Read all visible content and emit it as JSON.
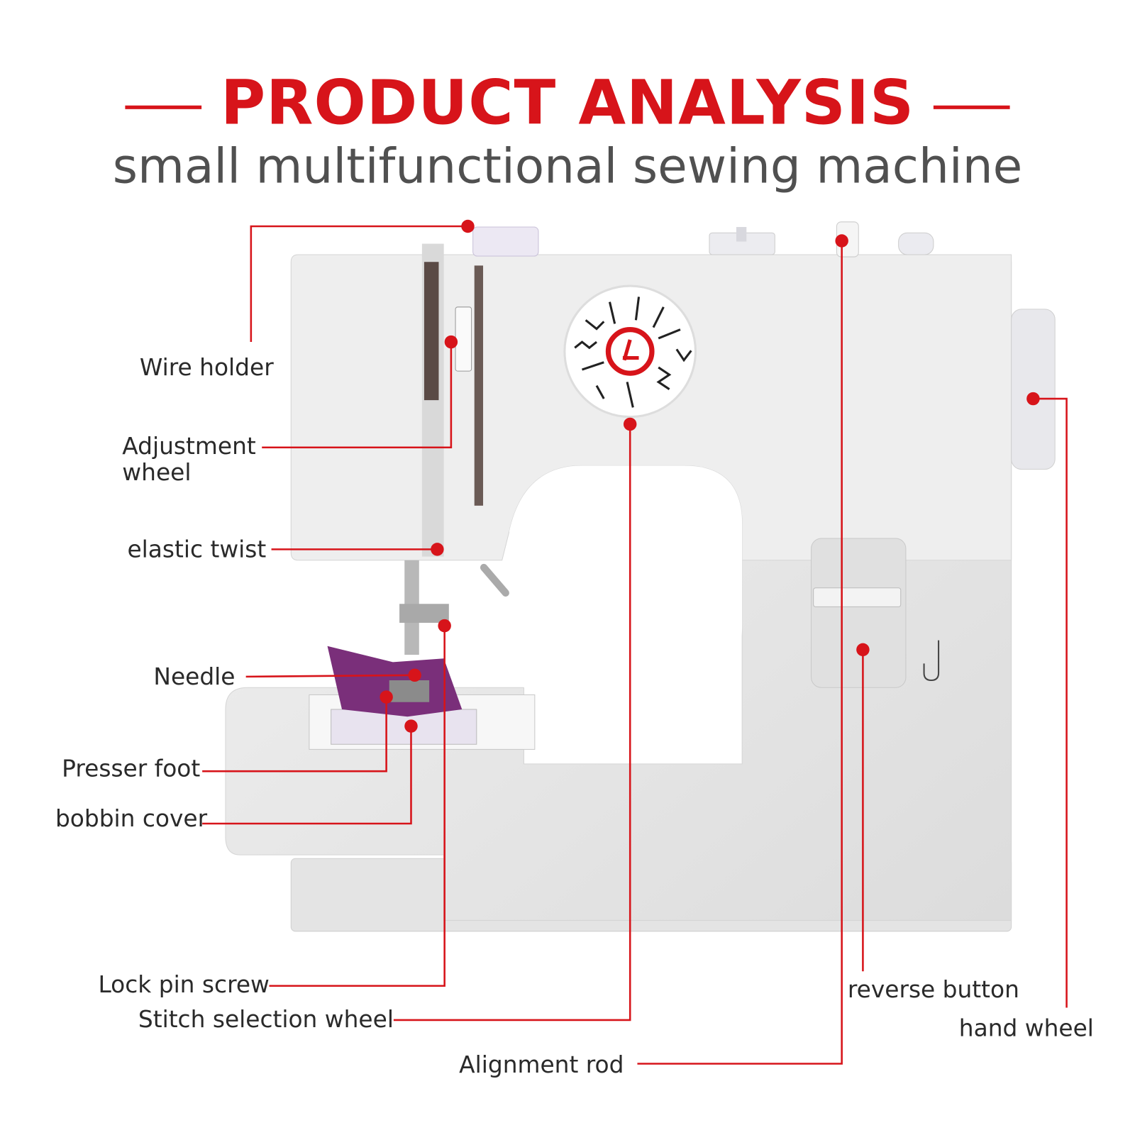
{
  "header": {
    "title": "PRODUCT ANALYSIS",
    "subtitle": "small multifunctional sewing machine"
  },
  "labels": {
    "wire_holder": "Wire holder",
    "adjustment_wheel_1": "Adjustment",
    "adjustment_wheel_2": "wheel",
    "elastic_twist": "elastic twist",
    "needle": "Needle",
    "presser_foot": "Presser foot",
    "bobbin_cover": "bobbin cover",
    "lock_pin_screw": "Lock pin screw",
    "stitch_selection_wheel": "Stitch selection wheel",
    "alignment_rod": "Alignment rod",
    "reverse_button": "reverse button",
    "hand_wheel": "hand wheel"
  },
  "colors": {
    "accent": "#d7141a",
    "text": "#2a2a2a",
    "subtitle": "#505050",
    "fabric": "#7a2f7a"
  }
}
